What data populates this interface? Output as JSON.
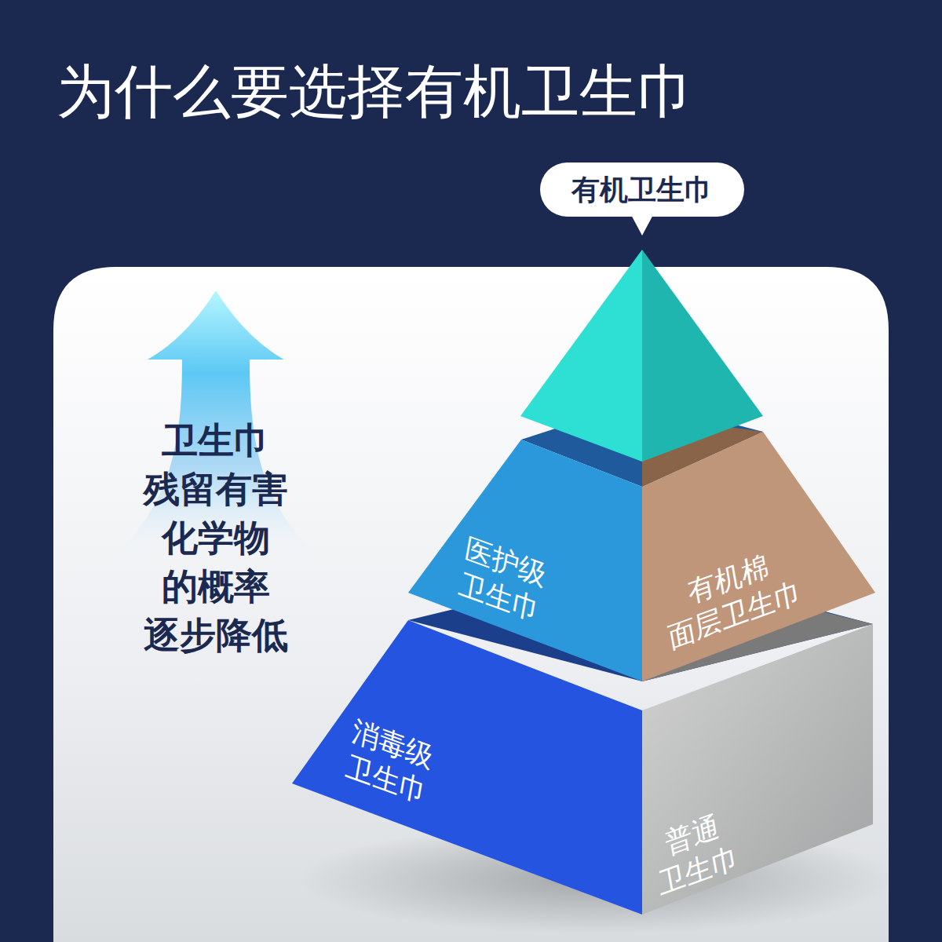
{
  "diagram": {
    "title": "为什么要选择有机卫生巾",
    "nodes": [
      {
        "text": [
          "有机卫生巾"
        ]
      },
      {
        "text": [
          "医护级 卫生巾"
        ]
      },
      {
        "text": [
          "有机棉 面层卫生巾"
        ]
      },
      {
        "text": [
          "消毒级 卫生巾"
        ]
      },
      {
        "text": [
          "普通 卫生巾"
        ]
      }
    ],
    "labels": [
      "卫生巾 残留有害 化学物 的概率 逐步降低"
    ]
  }
}
